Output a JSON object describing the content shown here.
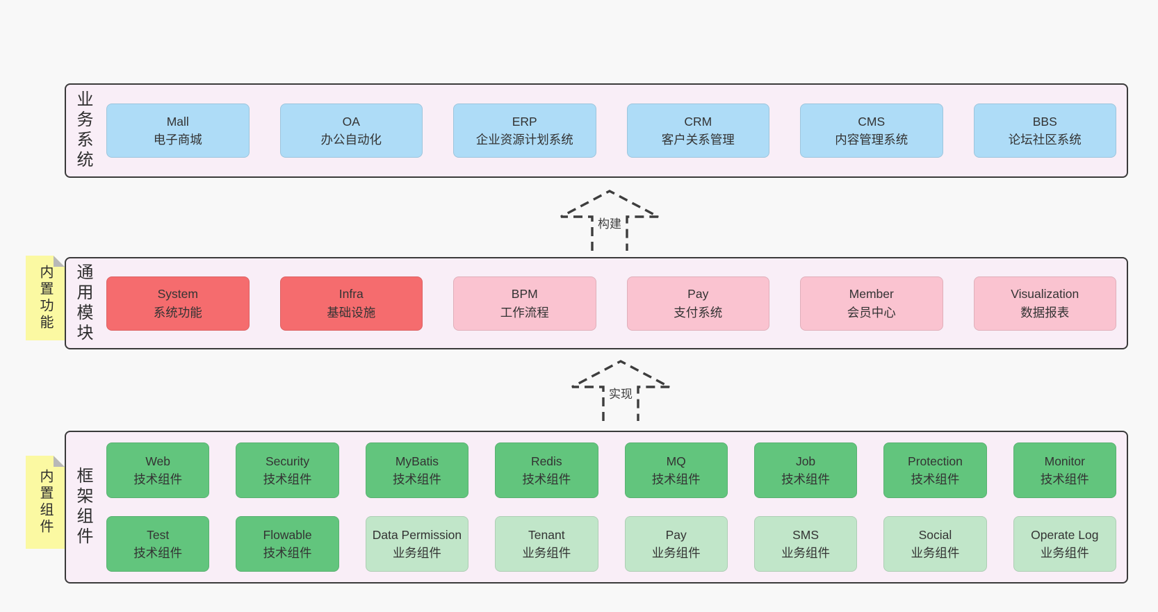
{
  "colors": {
    "bg": "#f8f8f8",
    "band_bg": "#f9eef7",
    "band_border": "#3a3a3a",
    "blue": "#aedcf7",
    "red": "#f56c6e",
    "pink": "#fac3d0",
    "green": "#62c57d",
    "green_light": "#c1e6c9",
    "yellow": "#fbf9a2",
    "fold": "#b8b8b8",
    "text": "#333333",
    "arrow": "#3d3d3d"
  },
  "arrows": [
    {
      "label": "构建"
    },
    {
      "label": "实现"
    }
  ],
  "bands": [
    {
      "label": "业务系统",
      "tag": null,
      "rows": [
        [
          {
            "title": "Mall",
            "subtitle": "电子商城",
            "variant": "blue"
          },
          {
            "title": "OA",
            "subtitle": "办公自动化",
            "variant": "blue"
          },
          {
            "title": "ERP",
            "subtitle": "企业资源计划系统",
            "variant": "blue"
          },
          {
            "title": "CRM",
            "subtitle": "客户关系管理",
            "variant": "blue"
          },
          {
            "title": "CMS",
            "subtitle": "内容管理系统",
            "variant": "blue"
          },
          {
            "title": "BBS",
            "subtitle": "论坛社区系统",
            "variant": "blue"
          }
        ]
      ]
    },
    {
      "label": "通用模块",
      "tag": "内置功能",
      "rows": [
        [
          {
            "title": "System",
            "subtitle": "系统功能",
            "variant": "red"
          },
          {
            "title": "Infra",
            "subtitle": "基础设施",
            "variant": "red"
          },
          {
            "title": "BPM",
            "subtitle": "工作流程",
            "variant": "pink"
          },
          {
            "title": "Pay",
            "subtitle": "支付系统",
            "variant": "pink"
          },
          {
            "title": "Member",
            "subtitle": "会员中心",
            "variant": "pink"
          },
          {
            "title": "Visualization",
            "subtitle": "数据报表",
            "variant": "pink"
          }
        ]
      ]
    },
    {
      "label": "框架组件",
      "tag": "内置组件",
      "rows": [
        [
          {
            "title": "Web",
            "subtitle": "技术组件",
            "variant": "green"
          },
          {
            "title": "Security",
            "subtitle": "技术组件",
            "variant": "green"
          },
          {
            "title": "MyBatis",
            "subtitle": "技术组件",
            "variant": "green"
          },
          {
            "title": "Redis",
            "subtitle": "技术组件",
            "variant": "green"
          },
          {
            "title": "MQ",
            "subtitle": "技术组件",
            "variant": "green"
          },
          {
            "title": "Job",
            "subtitle": "技术组件",
            "variant": "green"
          },
          {
            "title": "Protection",
            "subtitle": "技术组件",
            "variant": "green"
          },
          {
            "title": "Monitor",
            "subtitle": "技术组件",
            "variant": "green"
          }
        ],
        [
          {
            "title": "Test",
            "subtitle": "技术组件",
            "variant": "green"
          },
          {
            "title": "Flowable",
            "subtitle": "技术组件",
            "variant": "green"
          },
          {
            "title": "Data Permission",
            "subtitle": "业务组件",
            "variant": "green-light"
          },
          {
            "title": "Tenant",
            "subtitle": "业务组件",
            "variant": "green-light"
          },
          {
            "title": "Pay",
            "subtitle": "业务组件",
            "variant": "green-light"
          },
          {
            "title": "SMS",
            "subtitle": "业务组件",
            "variant": "green-light"
          },
          {
            "title": "Social",
            "subtitle": "业务组件",
            "variant": "green-light"
          },
          {
            "title": "Operate Log",
            "subtitle": "业务组件",
            "variant": "green-light"
          }
        ]
      ]
    }
  ]
}
